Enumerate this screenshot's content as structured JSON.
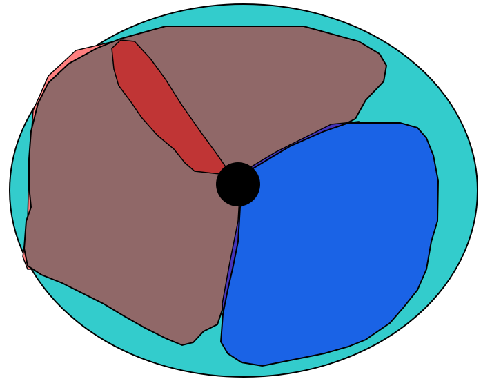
{
  "diagram": {
    "colors": {
      "background": "#ffffff",
      "outline": "#000000",
      "ellipse_fill": "#33cccc",
      "brown_region": "#906868",
      "red_region": "#ff8080",
      "red_strip": "#c03535",
      "dark_blue_region": "#4433bb",
      "blue_region": "#1a63e6",
      "center_dot": "#000000"
    },
    "regions": [
      {
        "name": "outer-ellipse",
        "color_key": "ellipse_fill"
      },
      {
        "name": "red-region",
        "color_key": "red_region"
      },
      {
        "name": "brown-region",
        "color_key": "brown_region"
      },
      {
        "name": "red-strip",
        "color_key": "red_strip"
      },
      {
        "name": "dark-blue-region",
        "color_key": "dark_blue_region"
      },
      {
        "name": "blue-region",
        "color_key": "blue_region"
      },
      {
        "name": "center-dot",
        "color_key": "center_dot"
      }
    ]
  }
}
